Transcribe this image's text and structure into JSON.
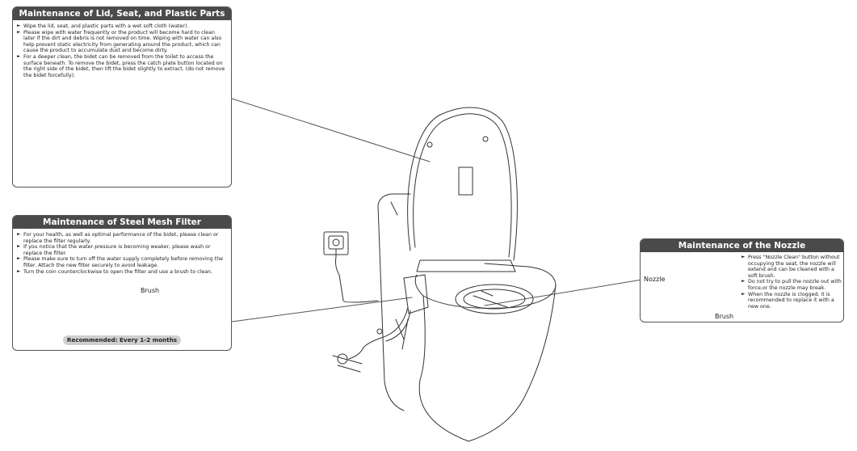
{
  "panels": {
    "lid": {
      "title": "Maintenance of Lid, Seat, and Plastic Parts",
      "bullets": [
        "Wipe the lid, seat, and plastic parts with a wet soft cloth (water).",
        "Please wipe with water frequently or the product will become hard to clean later if the dirt and debris is not removed on time. Wiping with water can also help prevent static electricity from generating around the product, which can cause the product to accumulate dust and become dirty.",
        "For a deeper clean, the bidet can be removed from the toilet to access the surface beneath. To remove the bidet, press the catch plate button located on the right side of the bidet, then lift the bidet slightly to extract. (do not remove the bidet forcefully)."
      ]
    },
    "filter": {
      "title": "Maintenance of Steel Mesh Filter",
      "bullets": [
        "For your health, as well as optimal performance of the bidet, please clean or replace the filter regularly.",
        "If you notice that the water pressure is becoming weaker, please wash or replace the filter.",
        "Please make sure to turn off the water supply completely before removing the filter. Attach the new filter securely to avoid leakage.",
        "Turn the coin counterclockwise to open the filter and use a brush to clean."
      ],
      "brush_label": "Brush",
      "recommendation": "Recommended: Every 1-2 months"
    },
    "nozzle": {
      "title": "Maintenance of the Nozzle",
      "bullets": [
        "Press \"Nozzle Clean\" button without occupying the seat, the nozzle will extend and can be cleaned with a soft brush.",
        "Do not try to pull the nozzle out with force,or the nozzle may break.",
        "When the nozzle is clogged, it is recommended to replace it with a new one."
      ],
      "nozzle_label": "Nozzle",
      "brush_label": "Brush"
    }
  }
}
